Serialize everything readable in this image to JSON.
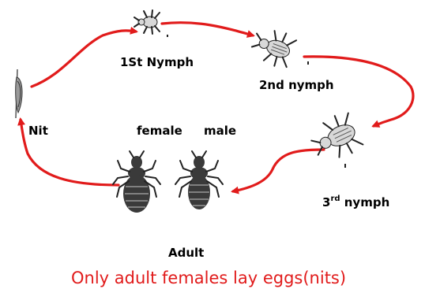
{
  "colors": {
    "arrow": "#e11b1b",
    "caption": "#e11b1b",
    "label": "#000000",
    "background": "#ffffff"
  },
  "labels": {
    "first_nymph": "1St Nymph",
    "second_nymph": "2nd nymph",
    "third_nymph_base": "3",
    "third_nymph_sup": "rd",
    "third_nymph_rest": " nymph",
    "nit": "Nit",
    "female": "female",
    "male": "male",
    "adult": "Adult"
  },
  "caption": "Only adult females lay eggs(nits)",
  "icons": {
    "nit": "nit-egg-icon",
    "first_nymph": "louse-nymph-icon",
    "second_nymph": "louse-nymph-icon",
    "third_nymph": "louse-nymph-icon",
    "female": "louse-adult-icon",
    "male": "louse-adult-icon"
  }
}
